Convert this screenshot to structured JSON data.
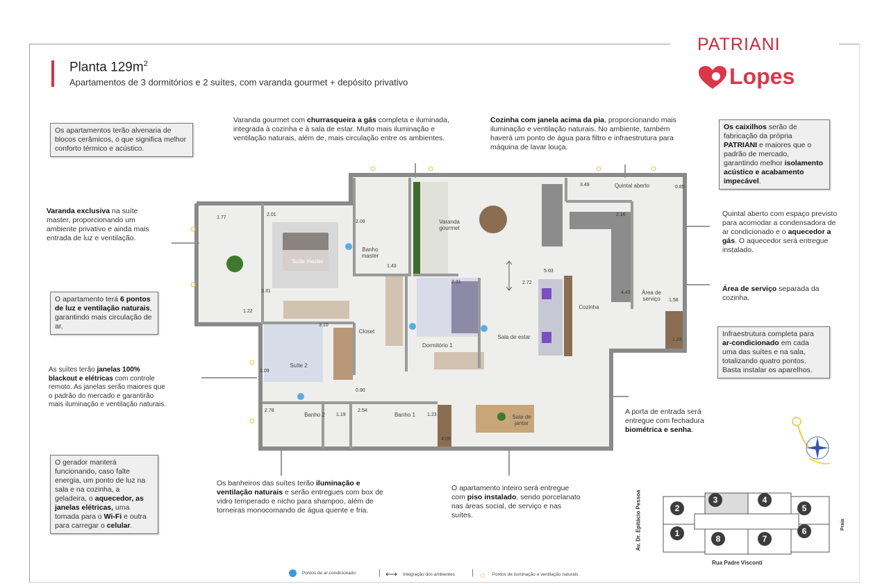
{
  "header": {
    "title": "Planta 129m",
    "title_sup": "2",
    "subtitle": "Apartamentos de 3 dormitórios e 2 suítes, com varanda gourmet + depósito privativo"
  },
  "brand": {
    "patriani": "PATRIANI",
    "lopes": "Lopes",
    "color": "#c62d3b",
    "logo_icon": "heart-icon"
  },
  "notes": [
    {
      "id": "alvenaria",
      "boxed": true,
      "parts": [
        {
          "t": "Os apartamentos terão alvenaria de blocos cerâmicos, o que significa melhor conforto térmico e acústico."
        }
      ]
    },
    {
      "id": "varanda-exclusiva",
      "boxed": false,
      "parts": [
        {
          "t": "Varanda exclusiva",
          "b": true
        },
        {
          "t": " na suíte master, proporcionando um ambiente privativo e ainda mais entrada de luz e ventilação."
        }
      ]
    },
    {
      "id": "pontos-luz",
      "boxed": true,
      "parts": [
        {
          "t": "O apartamento terá "
        },
        {
          "t": "6 pontos de luz e ventilação naturais",
          "b": true
        },
        {
          "t": ", garantindo mais circulação de ar."
        }
      ]
    },
    {
      "id": "janelas",
      "boxed": false,
      "parts": [
        {
          "t": "As suítes terão "
        },
        {
          "t": "janelas 100% blackout e elétricas",
          "b": true
        },
        {
          "t": " com controle remoto. As janelas serão maiores que o padrão do mercado e garantirão mais iluminação e ventilação naturais."
        }
      ]
    },
    {
      "id": "gerador",
      "boxed": true,
      "parts": [
        {
          "t": "O gerador manterá funcionando, caso falte energia, um ponto de luz na sala e na cozinha, a geladeira, o "
        },
        {
          "t": "aquecedor, as janelas elétricas,",
          "b": true
        },
        {
          "t": " uma tomada para o "
        },
        {
          "t": "Wi-Fi",
          "b": true
        },
        {
          "t": " e outra para carregar o "
        },
        {
          "t": "celular",
          "b": true
        },
        {
          "t": "."
        }
      ]
    },
    {
      "id": "varanda-gourmet",
      "boxed": false,
      "parts": [
        {
          "t": "Varanda gourmet com "
        },
        {
          "t": "churrasqueira a gás",
          "b": true
        },
        {
          "t": " completa e iluminada, integrada à cozinha e à sala de estar. Muito mais iluminação e ventilação naturais, além de, mais circulação entre os ambientes."
        }
      ]
    },
    {
      "id": "cozinha",
      "boxed": false,
      "parts": [
        {
          "t": "Cozinha com janela acima da pia",
          "b": true
        },
        {
          "t": ", proporcionando mais iluminação e ventilação naturais. No ambiente, também haverá um ponto de água para filtro e infraestrutura para máquina de lavar louça."
        }
      ]
    },
    {
      "id": "caixilhos",
      "boxed": true,
      "parts": [
        {
          "t": "Os caixilhos",
          "b": true
        },
        {
          "t": " serão de fabricação da própria "
        },
        {
          "t": "PATRIANI",
          "b": true
        },
        {
          "t": " e maiores que o padrão de mercado, garantindo melhor "
        },
        {
          "t": "isolamento acústico e acabamento impecável",
          "b": true
        },
        {
          "t": "."
        }
      ]
    },
    {
      "id": "quintal",
      "boxed": false,
      "parts": [
        {
          "t": "Quintal aberto com espaço previsto para acomodar a condensadora de ar condicionado e o "
        },
        {
          "t": "aquecedor a gás",
          "b": true
        },
        {
          "t": ". O aquecedor será entregue instalado."
        }
      ]
    },
    {
      "id": "area-servico",
      "boxed": false,
      "parts": [
        {
          "t": "Área de serviço",
          "b": true
        },
        {
          "t": " separada da cozinha."
        }
      ]
    },
    {
      "id": "ar-condicionado",
      "boxed": true,
      "parts": [
        {
          "t": "Infraestrutura completa para "
        },
        {
          "t": "ar-condicionado",
          "b": true
        },
        {
          "t": " em cada uma das suítes e na sala, totalizando quatro pontos. Basta instalar os aparelhos."
        }
      ]
    },
    {
      "id": "porta-entrada",
      "boxed": false,
      "parts": [
        {
          "t": "A porta de entrada será entregue com fechadura "
        },
        {
          "t": "biométrica e senha",
          "b": true
        },
        {
          "t": "."
        }
      ]
    },
    {
      "id": "banheiros",
      "boxed": false,
      "parts": [
        {
          "t": "Os banheiros das suítes terão "
        },
        {
          "t": "iluminação e ventilação naturais",
          "b": true
        },
        {
          "t": " e serão entregues com box de vidro temperado e nicho para shampoo, além de torneiras monocomando de água quente e fria."
        }
      ]
    },
    {
      "id": "piso",
      "boxed": false,
      "parts": [
        {
          "t": "O apartamento inteiro será entregue com "
        },
        {
          "t": "piso instalado",
          "b": true
        },
        {
          "t": ", sendo porcelanato nas áreas social, de serviço e nas suítes."
        }
      ]
    }
  ],
  "rooms": [
    {
      "name": "Suíte master"
    },
    {
      "name": "Banho master"
    },
    {
      "name": "Varanda gourmet"
    },
    {
      "name": "Closet"
    },
    {
      "name": "Dormitório 1"
    },
    {
      "name": "Suíte 2"
    },
    {
      "name": "Banho 2"
    },
    {
      "name": "Banho 1"
    },
    {
      "name": "Sala de estar"
    },
    {
      "name": "Cozinha"
    },
    {
      "name": "Área de serviço"
    },
    {
      "name": "Quintal aberto"
    },
    {
      "name": "Sala de jantar"
    }
  ],
  "dimensions": [
    "2.01",
    "2.09",
    "1.43",
    "1.77",
    "1.22",
    "3.31",
    "3.10",
    "2.31",
    "2.72",
    "5.03",
    "3.49",
    "2.16",
    "0.85",
    "1.58",
    "1.23",
    "4.43",
    "2.78",
    "1.19",
    "2.54",
    "1.23",
    "4.09",
    "0.90",
    "2.09"
  ],
  "legend": [
    {
      "icon": "air-conditioner-icon",
      "label": "Pontos de ar-condicionado",
      "color": "#3a9ad9"
    },
    {
      "icon": "double-arrow-icon",
      "label": "Integração dos ambientes"
    },
    {
      "icon": "sun-icon",
      "label": "Pontos de iluminação e ventilação naturais",
      "color": "#f0c040"
    }
  ],
  "building_map": {
    "units": [
      "1",
      "2",
      "3",
      "4",
      "5",
      "6",
      "7",
      "8"
    ],
    "highlighted_unit": "3",
    "streets": {
      "left": "Av. Dr. Epitácio Pessoa",
      "bottom": "Rua Padre Visconti",
      "right": "Praia"
    }
  },
  "compass_icon": "compass-sun-icon"
}
